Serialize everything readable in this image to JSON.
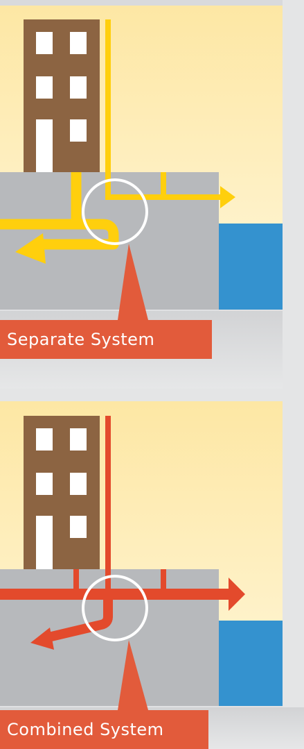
{
  "panels": [
    {
      "id": "separate",
      "label": "Separate System",
      "pipe_color": "#ffcf0d"
    },
    {
      "id": "combined",
      "label": "Combined System",
      "pipe_color": "#e34a2c"
    }
  ],
  "colors": {
    "sky_top": "#fde8a6",
    "sky_bottom": "#fff4d0",
    "ground": "#b7b9bc",
    "water": "#3492cf",
    "building": "#8c6442",
    "window": "#ffffff",
    "callout": "#e25b3b",
    "divider": "#dfe0e2"
  }
}
